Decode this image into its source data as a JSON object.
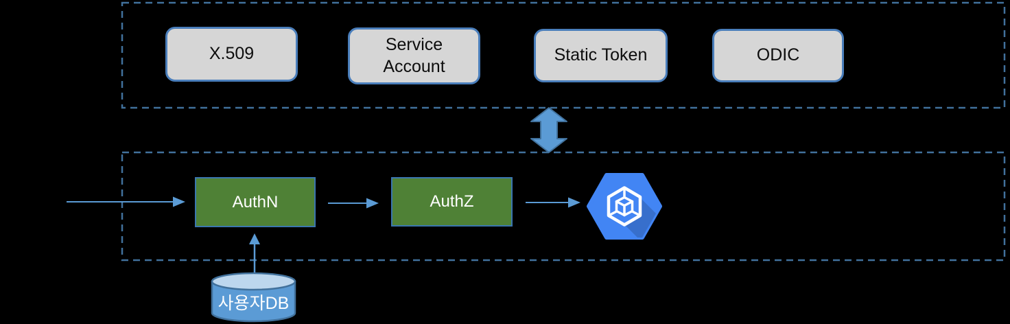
{
  "auth_methods": {
    "items": [
      "X.509",
      "Service Account",
      "Static Token",
      "ODIC"
    ]
  },
  "flow": {
    "nodes": [
      "AuthN",
      "AuthZ"
    ],
    "gke_icon": "google-kubernetes-engine-hexagon-cube"
  },
  "database": {
    "label": "사용자DB"
  },
  "colors": {
    "background": "#000000",
    "dashed_border": "#41719c",
    "connector_blue": "#5b9bd5",
    "method_box_fill": "#d6d6d6",
    "method_box_border": "#4a7ebb",
    "node_green_fill": "#4f8136",
    "node_border_blue": "#3b76b0",
    "db_body": "#5b9bd5",
    "db_top": "#bdd7ee",
    "gke_hexagon_blue": "#4285f4"
  }
}
